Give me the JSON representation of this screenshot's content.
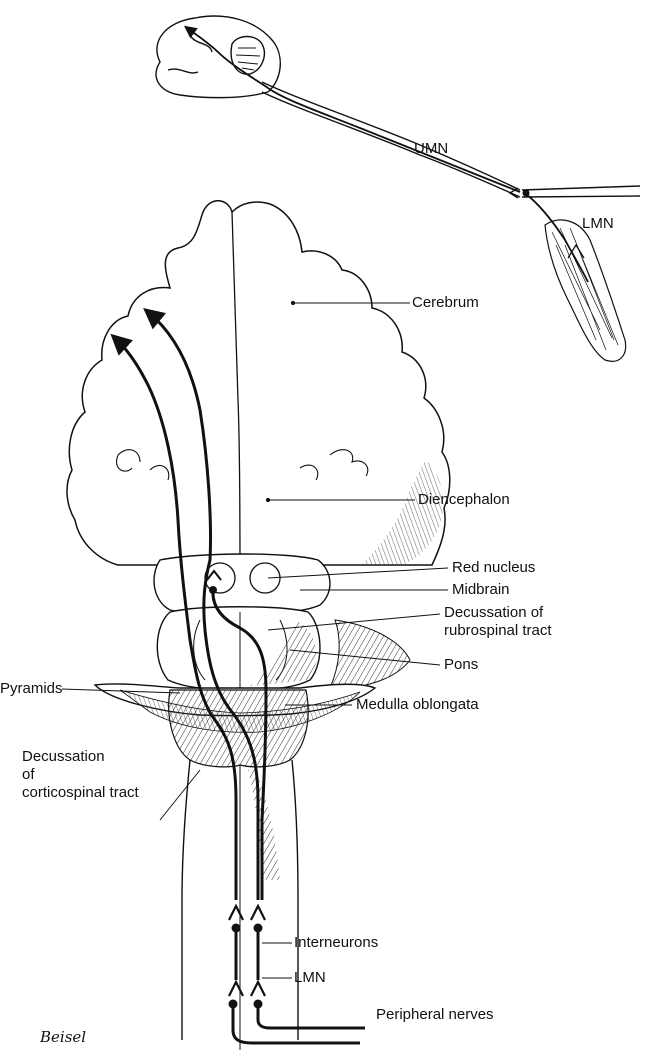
{
  "labels": {
    "umn": "UMN",
    "lmn_top": "LMN",
    "cerebrum": "Cerebrum",
    "diencephalon": "Diencephalon",
    "red_nucleus": "Red nucleus",
    "midbrain": "Midbrain",
    "decussation_rubro_line1": "Decussation of",
    "decussation_rubro_line2": "rubrospinal tract",
    "pons": "Pons",
    "pyramids": "Pyramids",
    "medulla": "Medulla oblongata",
    "decussation_cortico_line1": "Decussation",
    "decussation_cortico_line2": "of",
    "decussation_cortico_line3": "corticospinal tract",
    "interneurons": "Interneurons",
    "lmn_bottom": "LMN",
    "peripheral_nerves": "Peripheral nerves"
  },
  "signature": "Beisel",
  "colors": {
    "ink": "#111111",
    "background": "#ffffff"
  }
}
